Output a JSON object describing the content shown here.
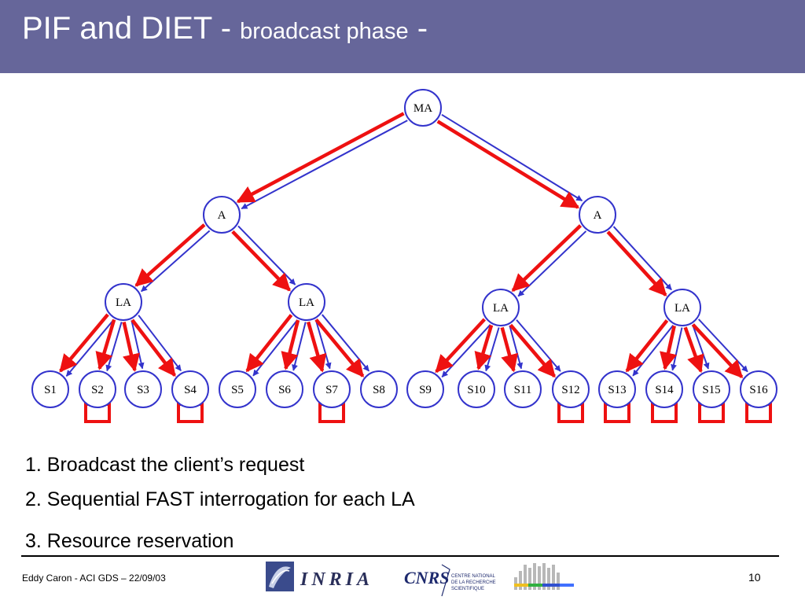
{
  "title": {
    "main": "PIF and DIET - ",
    "sub": "broadcast phase",
    "tail": " -"
  },
  "diagram": {
    "nodes": {
      "ma": "MA",
      "a_left": "A",
      "a_right": "A",
      "la": [
        "LA",
        "LA",
        "LA",
        "LA"
      ],
      "servers": [
        "S1",
        "S2",
        "S3",
        "S4",
        "S5",
        "S6",
        "S7",
        "S8",
        "S9",
        "S10",
        "S11",
        "S12",
        "S13",
        "S14",
        "S15",
        "S16"
      ]
    },
    "reserved_servers": [
      "S2",
      "S4",
      "S7",
      "S12",
      "S13",
      "S14",
      "S15",
      "S16"
    ],
    "colors": {
      "request_arrow": "#3333cc",
      "reply_arrow": "#ee1111",
      "reservation_box": "#ee1111",
      "title_bar": "#66669a"
    }
  },
  "steps": [
    "1. Broadcast the client’s request",
    "2. Sequential FAST interrogation for each LA",
    "3. Resource reservation"
  ],
  "footer": {
    "left": "Eddy Caron - ACI GDS – 22/09/03",
    "page": "10",
    "logos": {
      "inria": "INRIA",
      "cnrs": "CNRS",
      "cnrs_caption": [
        "CENTRE NATIONAL",
        "DE LA RECHERCHE",
        "SCIENTIFIQUE"
      ]
    }
  }
}
